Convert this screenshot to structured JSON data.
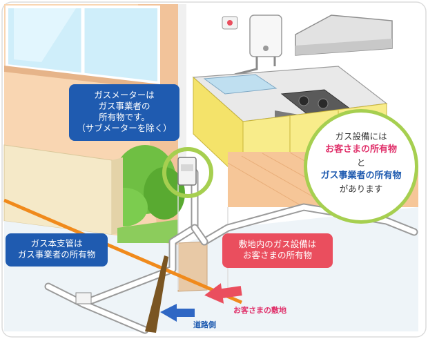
{
  "meter_callout": {
    "lines": [
      "ガスメーターは",
      "ガス事業者の",
      "所有物です。",
      "（サブメーターを除く）"
    ]
  },
  "main_pipe_callout": {
    "lines": [
      "ガス本支管は",
      "ガス事業者の所有物"
    ]
  },
  "premises_callout": {
    "lines": [
      "敷地内のガス設備は",
      "お客さまの所有物"
    ]
  },
  "ownership_circle": {
    "line1": "ガス設備には",
    "line2": "お客さまの所有物",
    "line3": "と",
    "line4": "ガス事業者の所有物",
    "line5": "があります"
  },
  "labels": {
    "customer_site": "お客さまの敷地",
    "road_side": "道路側"
  },
  "colors": {
    "blue_callout": "#1f5bb0",
    "red_callout": "#ea4e5e",
    "circle_border": "#a6cf50",
    "boundary_line": "#f08a1c",
    "wall": "#f9d6b2",
    "counter": "#f4e36a"
  },
  "icons": {
    "meter_highlight": "green-circle-highlight",
    "arrow_premises": "red-arrow-icon",
    "arrow_road": "blue-arrow-icon"
  }
}
